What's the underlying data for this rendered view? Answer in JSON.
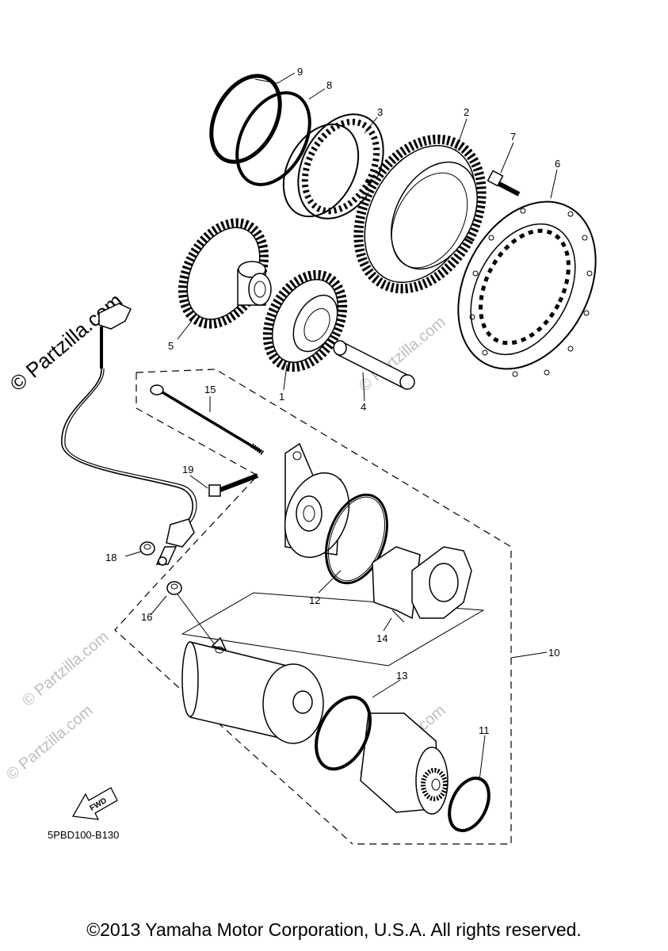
{
  "diagram": {
    "code": "5PBD100-B130",
    "fwd_label": "FWD",
    "copyright": "©2013 Yamaha Motor Corporation, U.S.A. All rights reserved.",
    "watermark_main": "© Partzilla.com",
    "watermark_faint": "© Partzilla.com",
    "callouts": {
      "c1": "1",
      "c2": "2",
      "c3": "3",
      "c4": "4",
      "c5": "5",
      "c6": "6",
      "c7": "7",
      "c8": "8",
      "c9": "9",
      "c10": "10",
      "c11": "11",
      "c12": "12",
      "c13": "13",
      "c14": "14",
      "c15": "15",
      "c16": "16",
      "c18": "18",
      "c19": "19"
    }
  }
}
